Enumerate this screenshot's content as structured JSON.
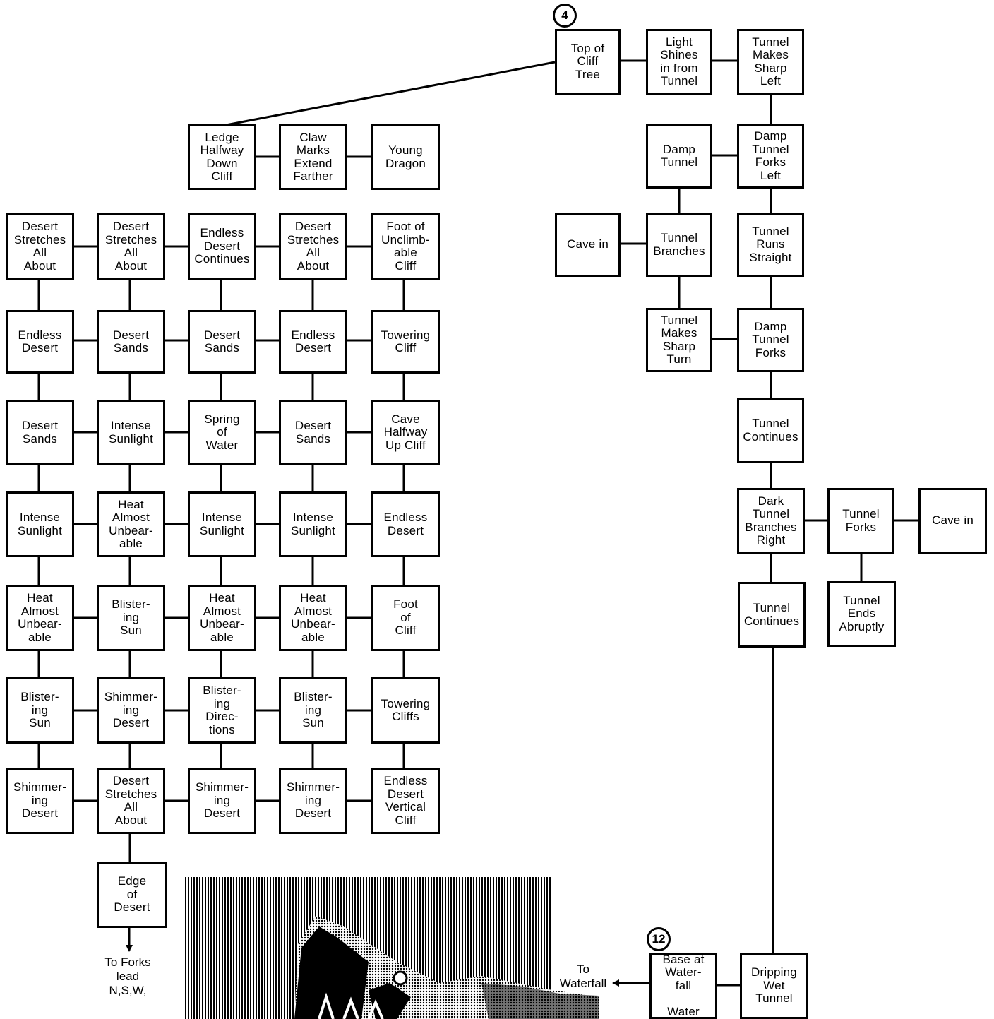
{
  "room_numbers": {
    "cliff_entry": "4",
    "waterfall_entry": "12"
  },
  "rooms": {
    "top_of_cliff_tree": "Top of\nCliff\nTree",
    "light_shines": "Light\nShines\nin from\nTunnel",
    "tunnel_sharp_left": "Tunnel\nMakes\nSharp\nLeft",
    "ledge_halfway": "Ledge\nHalfway\nDown\nCliff",
    "claw_marks": "Claw\nMarks\nExtend\nFarther",
    "young_dragon": "Young\nDragon",
    "damp_tunnel": "Damp\nTunnel",
    "damp_forks_left": "Damp\nTunnel\nForks\nLeft",
    "cave_in_upper": "Cave in",
    "tunnel_branches": "Tunnel\nBranches",
    "tunnel_runs_straight": "Tunnel\nRuns\nStraight",
    "tunnel_sharp_turn": "Tunnel\nMakes\nSharp\nTurn",
    "damp_tunnel_forks": "Damp\nTunnel\nForks",
    "tunnel_continues_1": "Tunnel\nContinues",
    "dark_tunnel_branches": "Dark\nTunnel\nBranches\nRight",
    "tunnel_forks": "Tunnel\nForks",
    "cave_in_lower": "Cave in",
    "tunnel_continues_2": "Tunnel\nContinues",
    "tunnel_ends": "Tunnel\nEnds\nAbruptly",
    "base_waterfall": "Base at\nWater-\nfall\n\nWater",
    "dripping_tunnel": "Dripping\nWet\nTunnel",
    "edge_of_desert": "Edge\nof\nDesert"
  },
  "desert_grid": [
    [
      "Desert\nStretches\nAll\nAbout",
      "Desert\nStretches\nAll\nAbout",
      "Endless\nDesert\nContinues",
      "Desert\nStretches\nAll\nAbout",
      "Foot of\nUnclimb-\nable\nCliff"
    ],
    [
      "Endless\nDesert",
      "Desert\nSands",
      "Desert\nSands",
      "Endless\nDesert",
      "Towering\nCliff"
    ],
    [
      "Desert\nSands",
      "Intense\nSunlight",
      "Spring\nof\nWater",
      "Desert\nSands",
      "Cave\nHalfway\nUp Cliff"
    ],
    [
      "Intense\nSunlight",
      "Heat\nAlmost\nUnbear-\nable",
      "Intense\nSunlight",
      "Intense\nSunlight",
      "Endless\nDesert"
    ],
    [
      "Heat\nAlmost\nUnbear-\nable",
      "Blister-\ning\nSun",
      "Heat\nAlmost\nUnbear-\nable",
      "Heat\nAlmost\nUnbear-\nable",
      "Foot\nof\nCliff"
    ],
    [
      "Blister-\ning\nSun",
      "Shimmer-\ning\nDesert",
      "Blister-\ning\nDirec-\ntions",
      "Blister-\ning\nSun",
      "Towering\nCliffs"
    ],
    [
      "Shimmer-\ning\nDesert",
      "Desert\nStretches\nAll\nAbout",
      "Shimmer-\ning\nDesert",
      "Shimmer-\ning\nDesert",
      "Endless\nDesert\nVertical\nCliff"
    ]
  ],
  "notes": {
    "forks_exit": "To Forks\nlead\nN,S,W,",
    "waterfall_exit": "To\nWaterfall"
  }
}
